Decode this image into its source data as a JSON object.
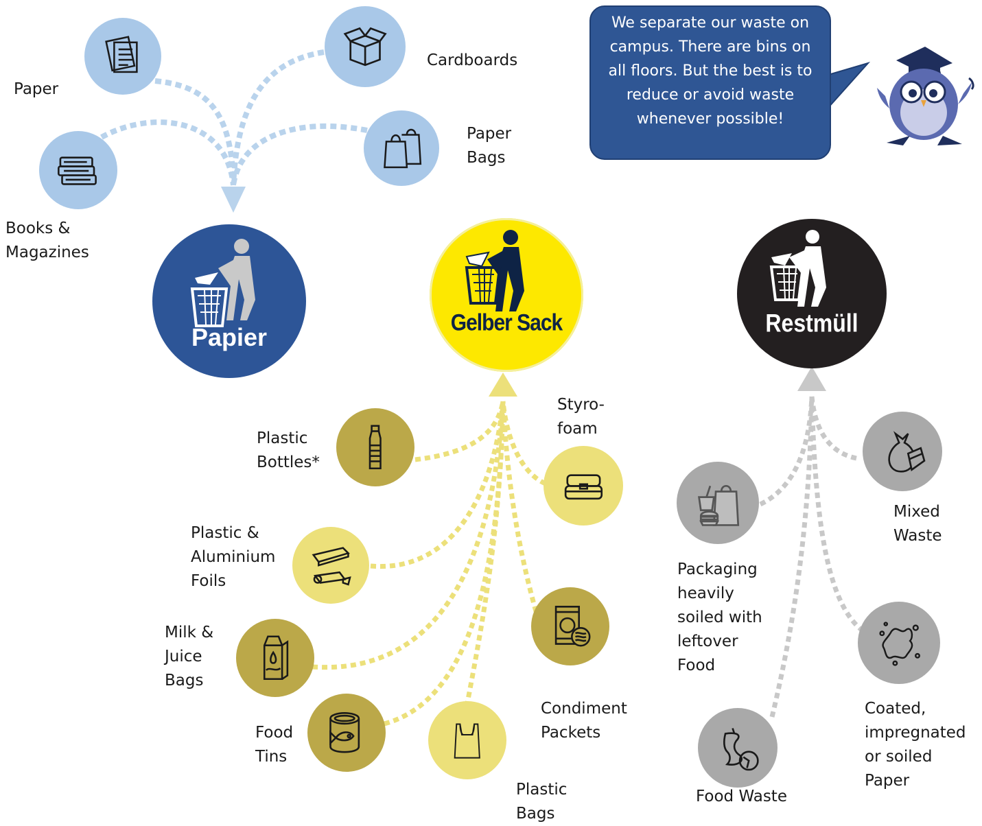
{
  "bins": {
    "papier": {
      "label": "Papier",
      "color": "#2d5597"
    },
    "gelber_sack": {
      "label": "Gelber Sack",
      "color": "#fde800"
    },
    "restmuell": {
      "label": "Restmüll",
      "color": "#231f20"
    }
  },
  "items": {
    "paper": "Paper",
    "cardboards": "Cardboards",
    "paper_bags": "Paper\nBags",
    "books": "Books &\nMagazines",
    "plastic_bottles": "Plastic\nBottles*",
    "styrofoam": "Styro-\nfoam",
    "foils": "Plastic &\nAluminium\nFoils",
    "milk": "Milk &\nJuice\nBags",
    "food_tins": "Food\nTins",
    "condiment": "Condiment\nPackets",
    "plastic_bags": "Plastic\nBags",
    "packaging": "Packaging\nheavily\nsoiled with\nleftover\nFood",
    "mixed": "Mixed\nWaste",
    "food_waste": "Food Waste",
    "coated": "Coated,\nimpregnated\nor soiled\nPaper"
  },
  "speech_bubble": {
    "text": "We separate our waste on campus. There are bins on all floors. But the best is to reduce or avoid waste whenever possible!"
  },
  "colors": {
    "papier_link": "#b9d3ec",
    "yellow_link": "#ece07a",
    "grey_link": "#c8c8c8",
    "papier_icon": "#a9c8e8",
    "yellow_icon": "#ece07a",
    "olive_icon": "#bba849",
    "grey_icon": "#a9a9a9"
  }
}
